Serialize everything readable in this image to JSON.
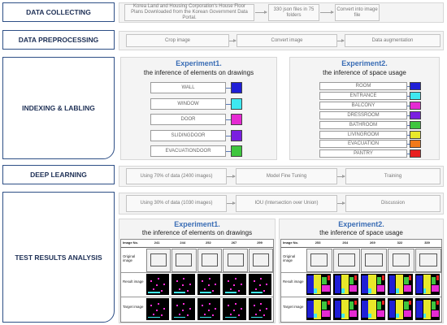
{
  "stages": {
    "data_collecting": "DATA COLLECTING",
    "data_preprocessing": "DATA PREPROCESSING",
    "indexing": "INDEXING & LABLING",
    "deep_learning": "DEEP LEARNING",
    "test_results": "TEST RESULTS ANALYSIS"
  },
  "collect": {
    "source": "Korea Land and Housing Corporation's House Floor Plans Downloaded from the Korean Government Data Portal.",
    "files": "330 json files in 75 folders",
    "convert": "Convert into image file"
  },
  "preprocess": {
    "crop": "Crop image",
    "convert": "Convert image",
    "augment": "Data augmentation"
  },
  "exp1": {
    "title": "Experiment1.",
    "subtitle": "the inference of elements on drawings",
    "labels": [
      {
        "name": "WALL",
        "color": "#1f1fd6"
      },
      {
        "name": "WINDOW",
        "color": "#3ee8f0"
      },
      {
        "name": "DOOR",
        "color": "#e52ad2"
      },
      {
        "name": "SLIDINGDOOR",
        "color": "#7a1fe0"
      },
      {
        "name": "EVACUATIONDOOR",
        "color": "#3ec63e"
      }
    ]
  },
  "exp2": {
    "title": "Experiment2.",
    "subtitle": "the inference of space usage",
    "labels": [
      {
        "name": "ROOM",
        "color": "#1f1fd6"
      },
      {
        "name": "ENTRANCE",
        "color": "#3ee8f0"
      },
      {
        "name": "BALCONY",
        "color": "#e52ad2"
      },
      {
        "name": "DRESSROOM",
        "color": "#7a1fe0"
      },
      {
        "name": "BATHROOM",
        "color": "#3ec63e"
      },
      {
        "name": "LIVINGROOM",
        "color": "#e8e82a"
      },
      {
        "name": "EVACUATION",
        "color": "#f07a1a"
      },
      {
        "name": "PANTRY",
        "color": "#e81e1e"
      }
    ]
  },
  "deep": {
    "train_data": "Using 70% of data (2400 images)",
    "fine_tuning": "Model Fine Tuning",
    "training": "Training"
  },
  "test": {
    "test_data": "Using 30% of data (1030 images)",
    "iou": "IOU (Intersection over Union)",
    "discussion": "Discussion"
  },
  "results1": {
    "title": "Experiment1.",
    "subtitle": "the inference of elements on drawings",
    "header": "Image No.",
    "columns": [
      "241",
      "244",
      "252",
      "267",
      "299"
    ],
    "rows": [
      "Original image",
      "Result image",
      "Target image"
    ]
  },
  "results2": {
    "title": "Experiment2.",
    "subtitle": "the inference of space usage",
    "header": "Image No.",
    "columns": [
      "253",
      "264",
      "269",
      "322",
      "339"
    ],
    "rows": [
      "Original image",
      "Result image",
      "Target image"
    ]
  }
}
